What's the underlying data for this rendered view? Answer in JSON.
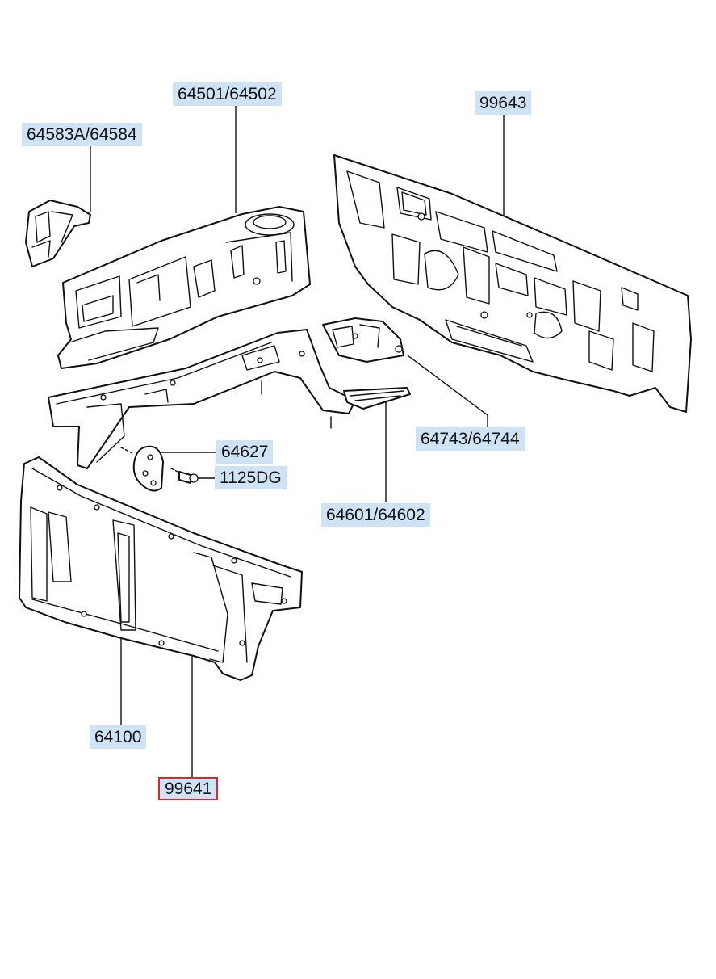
{
  "labels": {
    "p64583": "64583A/64584",
    "p64501": "64501/64502",
    "p99643": "99643",
    "p64627": "64627",
    "p1125dg": "1125DG",
    "p64743": "64743/64744",
    "p64601": "64601/64602",
    "p64100": "64100",
    "p99641": "99641"
  },
  "highlighted_part": "99641",
  "colors": {
    "label_fill": "#cfe3f7",
    "highlight_border": "#d8262b",
    "line": "#111111"
  }
}
